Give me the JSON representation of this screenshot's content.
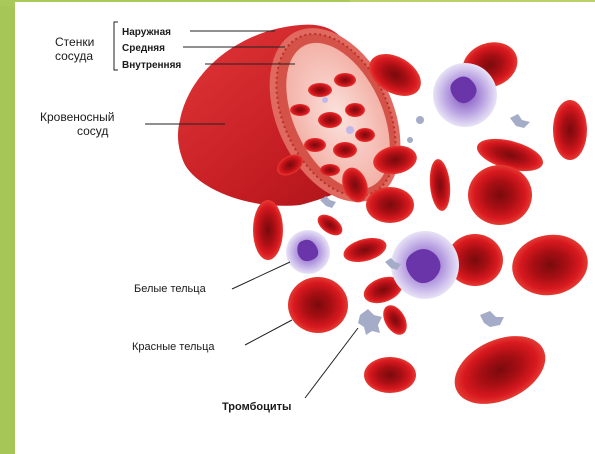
{
  "diagram": {
    "labels": {
      "vessel_walls": [
        "Стенки",
        "сосуда"
      ],
      "outer": "Наружная",
      "middle": "Средняя",
      "inner": "Внутренняя",
      "blood_vessel": [
        "Кровеносный",
        "сосуд"
      ],
      "white_cells": "Белые тельца",
      "red_cells": "Красные тельца",
      "platelets": "Тромбоциты"
    },
    "colors": {
      "background": "#a9c95a",
      "red_cell": "#d0161d",
      "vessel": "#c8242a",
      "white_cell": "#b9a6e3",
      "platelet": "#9fa8c3"
    }
  }
}
